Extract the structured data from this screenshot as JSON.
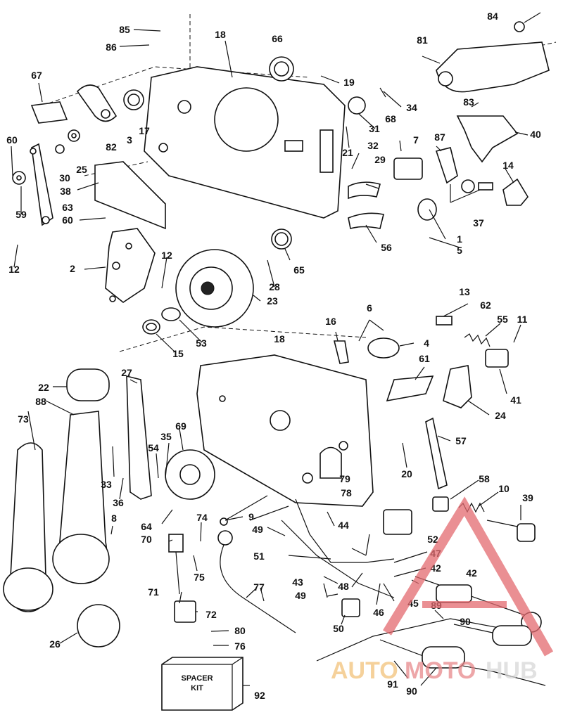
{
  "diagram": {
    "callouts": [
      "1",
      "2",
      "3",
      "4",
      "5",
      "6",
      "7",
      "8",
      "9",
      "10",
      "11",
      "12",
      "13",
      "14",
      "15",
      "16",
      "17",
      "18",
      "19",
      "20",
      "21",
      "22",
      "23",
      "24",
      "25",
      "26",
      "27",
      "28",
      "29",
      "30",
      "31",
      "32",
      "33",
      "34",
      "35",
      "36",
      "37",
      "38",
      "39",
      "40",
      "41",
      "42",
      "43",
      "44",
      "45",
      "46",
      "47",
      "48",
      "49",
      "50",
      "51",
      "52",
      "53",
      "54",
      "55",
      "56",
      "57",
      "58",
      "59",
      "60",
      "61",
      "62",
      "63",
      "64",
      "65",
      "66",
      "67",
      "68",
      "69",
      "70",
      "71",
      "72",
      "73",
      "74",
      "75",
      "76",
      "77",
      "78",
      "79",
      "80",
      "81",
      "82",
      "83",
      "84",
      "85",
      "86",
      "87",
      "88",
      "89",
      "90",
      "91",
      "92"
    ],
    "spacer_kit": {
      "line1": "SPACER",
      "line2": "KIT"
    }
  },
  "watermark": {
    "part1": "AUTO",
    "part2": "MOTO",
    "part3": "HUB"
  }
}
